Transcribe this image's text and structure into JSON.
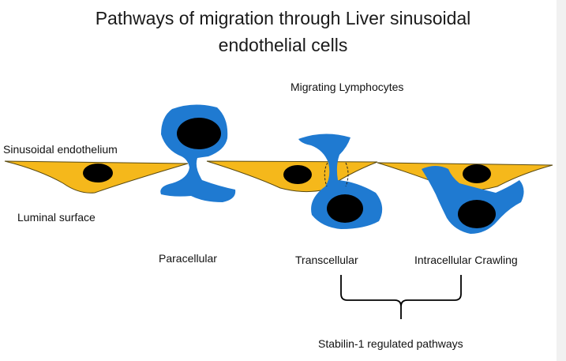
{
  "title": {
    "line1": "Pathways of migration through Liver sinusoidal",
    "line2": "endothelial cells"
  },
  "labels": {
    "migrating_lymphocytes": "Migrating Lymphocytes",
    "sinusoidal_endothelium": "Sinusoidal endothelium",
    "luminal_surface": "Luminal surface",
    "paracellular": "Paracellular",
    "transcellular": "Transcellular",
    "intracellular_crawling": "Intracellular Crawling",
    "stabilin_pathways": "Stabilin-1 regulated pathways"
  },
  "colors": {
    "endothelial_cell": "#f5b81b",
    "endothelial_outline": "#5a4a10",
    "lymphocyte": "#1f7ad1",
    "nucleus": "#000000",
    "bracket": "#000000",
    "background": "#ffffff"
  }
}
